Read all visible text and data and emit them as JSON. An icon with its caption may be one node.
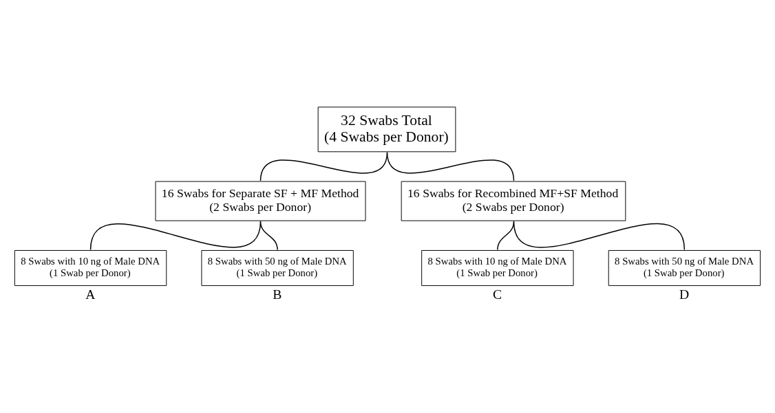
{
  "diagram": {
    "nodes": [
      {
        "text": [
          "32 Swabs Total",
          "(4 Swabs per Donor)"
        ]
      },
      {
        "text": [
          "16 Swabs for Separate SF + MF Method",
          "(2 Swabs per Donor)"
        ]
      },
      {
        "text": [
          "16 Swabs for Recombined MF+SF Method",
          "(2 Swabs per Donor)"
        ]
      },
      {
        "text": [
          "8 Swabs with 10 ng of Male DNA",
          "(1 Swab per Donor)"
        ],
        "beside": [
          "A"
        ]
      },
      {
        "text": [
          "8 Swabs with 50 ng of Male DNA",
          "(1 Swab per Donor)"
        ],
        "beside": [
          "B"
        ]
      },
      {
        "text": [
          "8 Swabs with 10 ng of Male DNA",
          "(1 Swab per Donor)"
        ],
        "beside": [
          "C"
        ]
      },
      {
        "text": [
          "8 Swabs with 50 ng of Male DNA",
          "(1 Swab per Donor)"
        ],
        "beside": [
          "D"
        ]
      }
    ],
    "edges": [
      {
        "from": 0,
        "to": 1,
        "arrow": "none"
      },
      {
        "from": 0,
        "to": 2,
        "arrow": "none"
      },
      {
        "from": 1,
        "to": 3,
        "arrow": "none"
      },
      {
        "from": 1,
        "to": 4,
        "arrow": "none"
      },
      {
        "from": 2,
        "to": 5,
        "arrow": "none"
      },
      {
        "from": 2,
        "to": 6,
        "arrow": "none"
      }
    ]
  }
}
